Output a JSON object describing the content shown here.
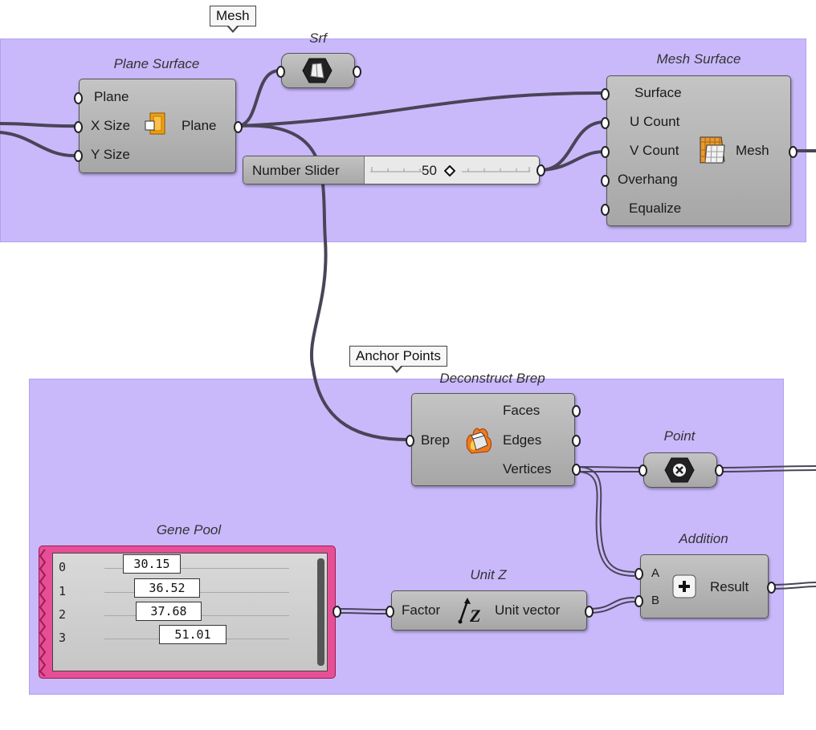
{
  "tags": {
    "mesh": "Mesh",
    "anchor_points": "Anchor Points"
  },
  "components": {
    "srf": {
      "title": "Srf"
    },
    "plane_surface": {
      "title": "Plane Surface",
      "inputs": [
        "Plane",
        "X Size",
        "Y Size"
      ],
      "output": "Plane"
    },
    "number_slider": {
      "name": "Number Slider",
      "value": "50"
    },
    "mesh_surface": {
      "title": "Mesh Surface",
      "inputs": [
        "Surface",
        "U Count",
        "V Count",
        "Overhang",
        "Equalize"
      ],
      "output": "Mesh"
    },
    "deconstruct_brep": {
      "title": "Deconstruct Brep",
      "input": "Brep",
      "outputs": [
        "Faces",
        "Edges",
        "Vertices"
      ]
    },
    "point": {
      "title": "Point"
    },
    "addition": {
      "title": "Addition",
      "inputs": [
        "A",
        "B"
      ],
      "output": "Result"
    },
    "unit_z": {
      "title": "Unit Z",
      "input": "Factor",
      "output": "Unit vector"
    },
    "gene_pool": {
      "title": "Gene Pool",
      "rows": [
        {
          "index": "0",
          "value": "30.15"
        },
        {
          "index": "1",
          "value": "36.52"
        },
        {
          "index": "2",
          "value": "37.68"
        },
        {
          "index": "3",
          "value": "51.01"
        }
      ]
    }
  },
  "colors": {
    "group_fill": "#c9b9fb",
    "component_fill": "#b5b5b5",
    "wire": "#4a4458",
    "gene_pool_accent": "#e64f96"
  }
}
